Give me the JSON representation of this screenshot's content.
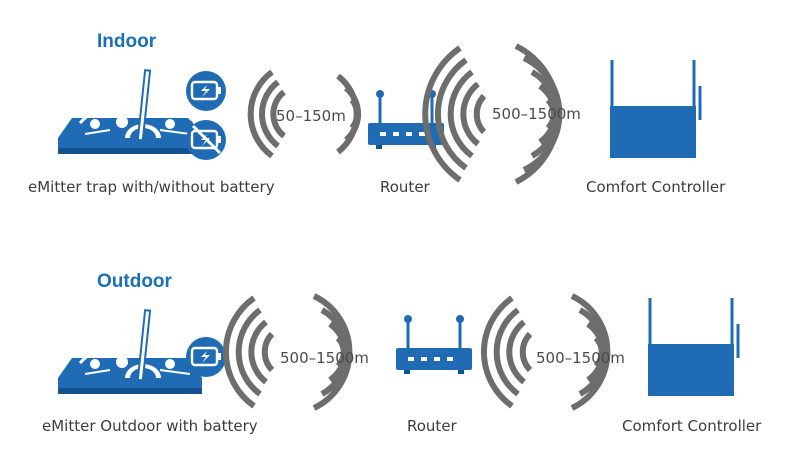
{
  "colors": {
    "blue": "#1f6cb4",
    "dark_blue": "#14528f",
    "gray": "#6d6d6d",
    "text": "#3c3c3c",
    "title": "#1a6fb5"
  },
  "indoor": {
    "title": "Indoor",
    "trap_caption": "eMitter trap with/without battery",
    "range_to_router": "50–150m",
    "router_caption": "Router",
    "range_to_controller": "500–1500m",
    "controller_caption": "Comfort Controller",
    "icons": [
      "mouse-trap-icon",
      "battery-icon",
      "no-battery-icon",
      "router-icon",
      "controller-icon"
    ]
  },
  "outdoor": {
    "title": "Outdoor",
    "trap_caption": "eMitter Outdoor with battery",
    "range_to_router": "500–1500m",
    "router_caption": "Router",
    "range_to_controller": "500–1500m",
    "controller_caption": "Comfort Controller",
    "icons": [
      "mouse-trap-icon",
      "battery-icon",
      "router-icon",
      "controller-icon"
    ]
  }
}
